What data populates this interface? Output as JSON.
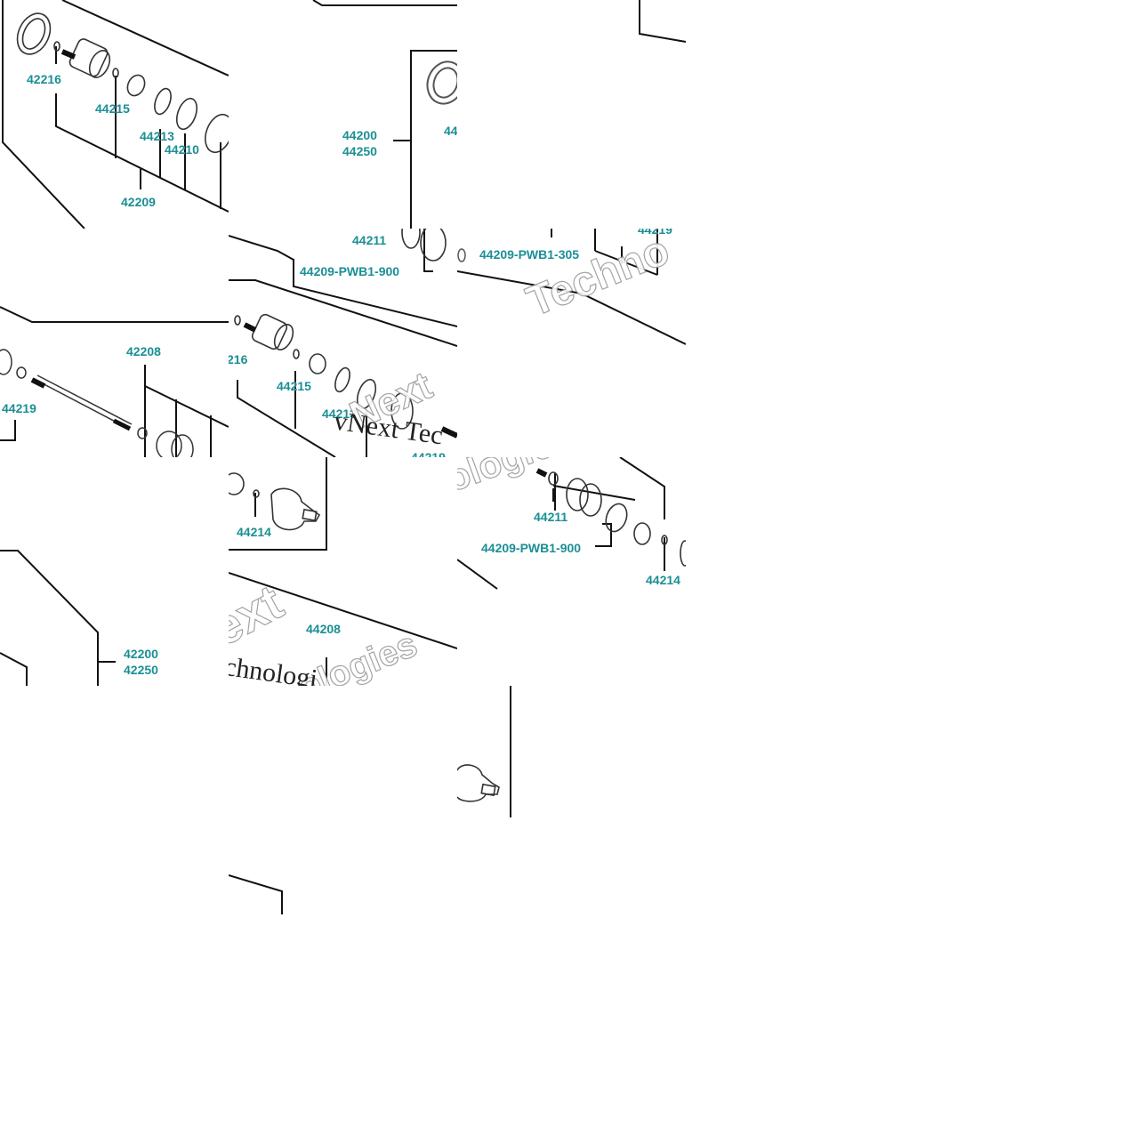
{
  "diagram": {
    "part_labels": {
      "l42216": "42216",
      "l44215": "44215",
      "l44213": "44213",
      "l44210": "44210",
      "l42209": "42209",
      "l44200": "44200",
      "l44250": "44250",
      "l44_partial": "44",
      "l44211a": "44211",
      "l44209a": "44209-PWB1-900",
      "l44209b": "44209-PWB1-305",
      "l44219_partial_top": "44219",
      "l42208": "42208",
      "l44219": "44219",
      "l216_partial": "216",
      "l44215b": "44215",
      "l44213b": "44213",
      "l44219b_partial": "44219",
      "l44214": "44214",
      "l44211b": "44211",
      "l44209c": "44209-PWB1-900",
      "l44214b": "44214",
      "l42200": "42200",
      "l42250": "42250",
      "l44208": "44208"
    },
    "watermarks": {
      "wm1": "Techno",
      "wm2": "Next",
      "wm3": "vNext Tec",
      "wm4": "ologies",
      "wm5": "ext",
      "wm6": "ologies",
      "wm7": "chnologi"
    },
    "colors": {
      "label": "#1a8f95",
      "line": "#000000",
      "background": "#ffffff"
    }
  }
}
